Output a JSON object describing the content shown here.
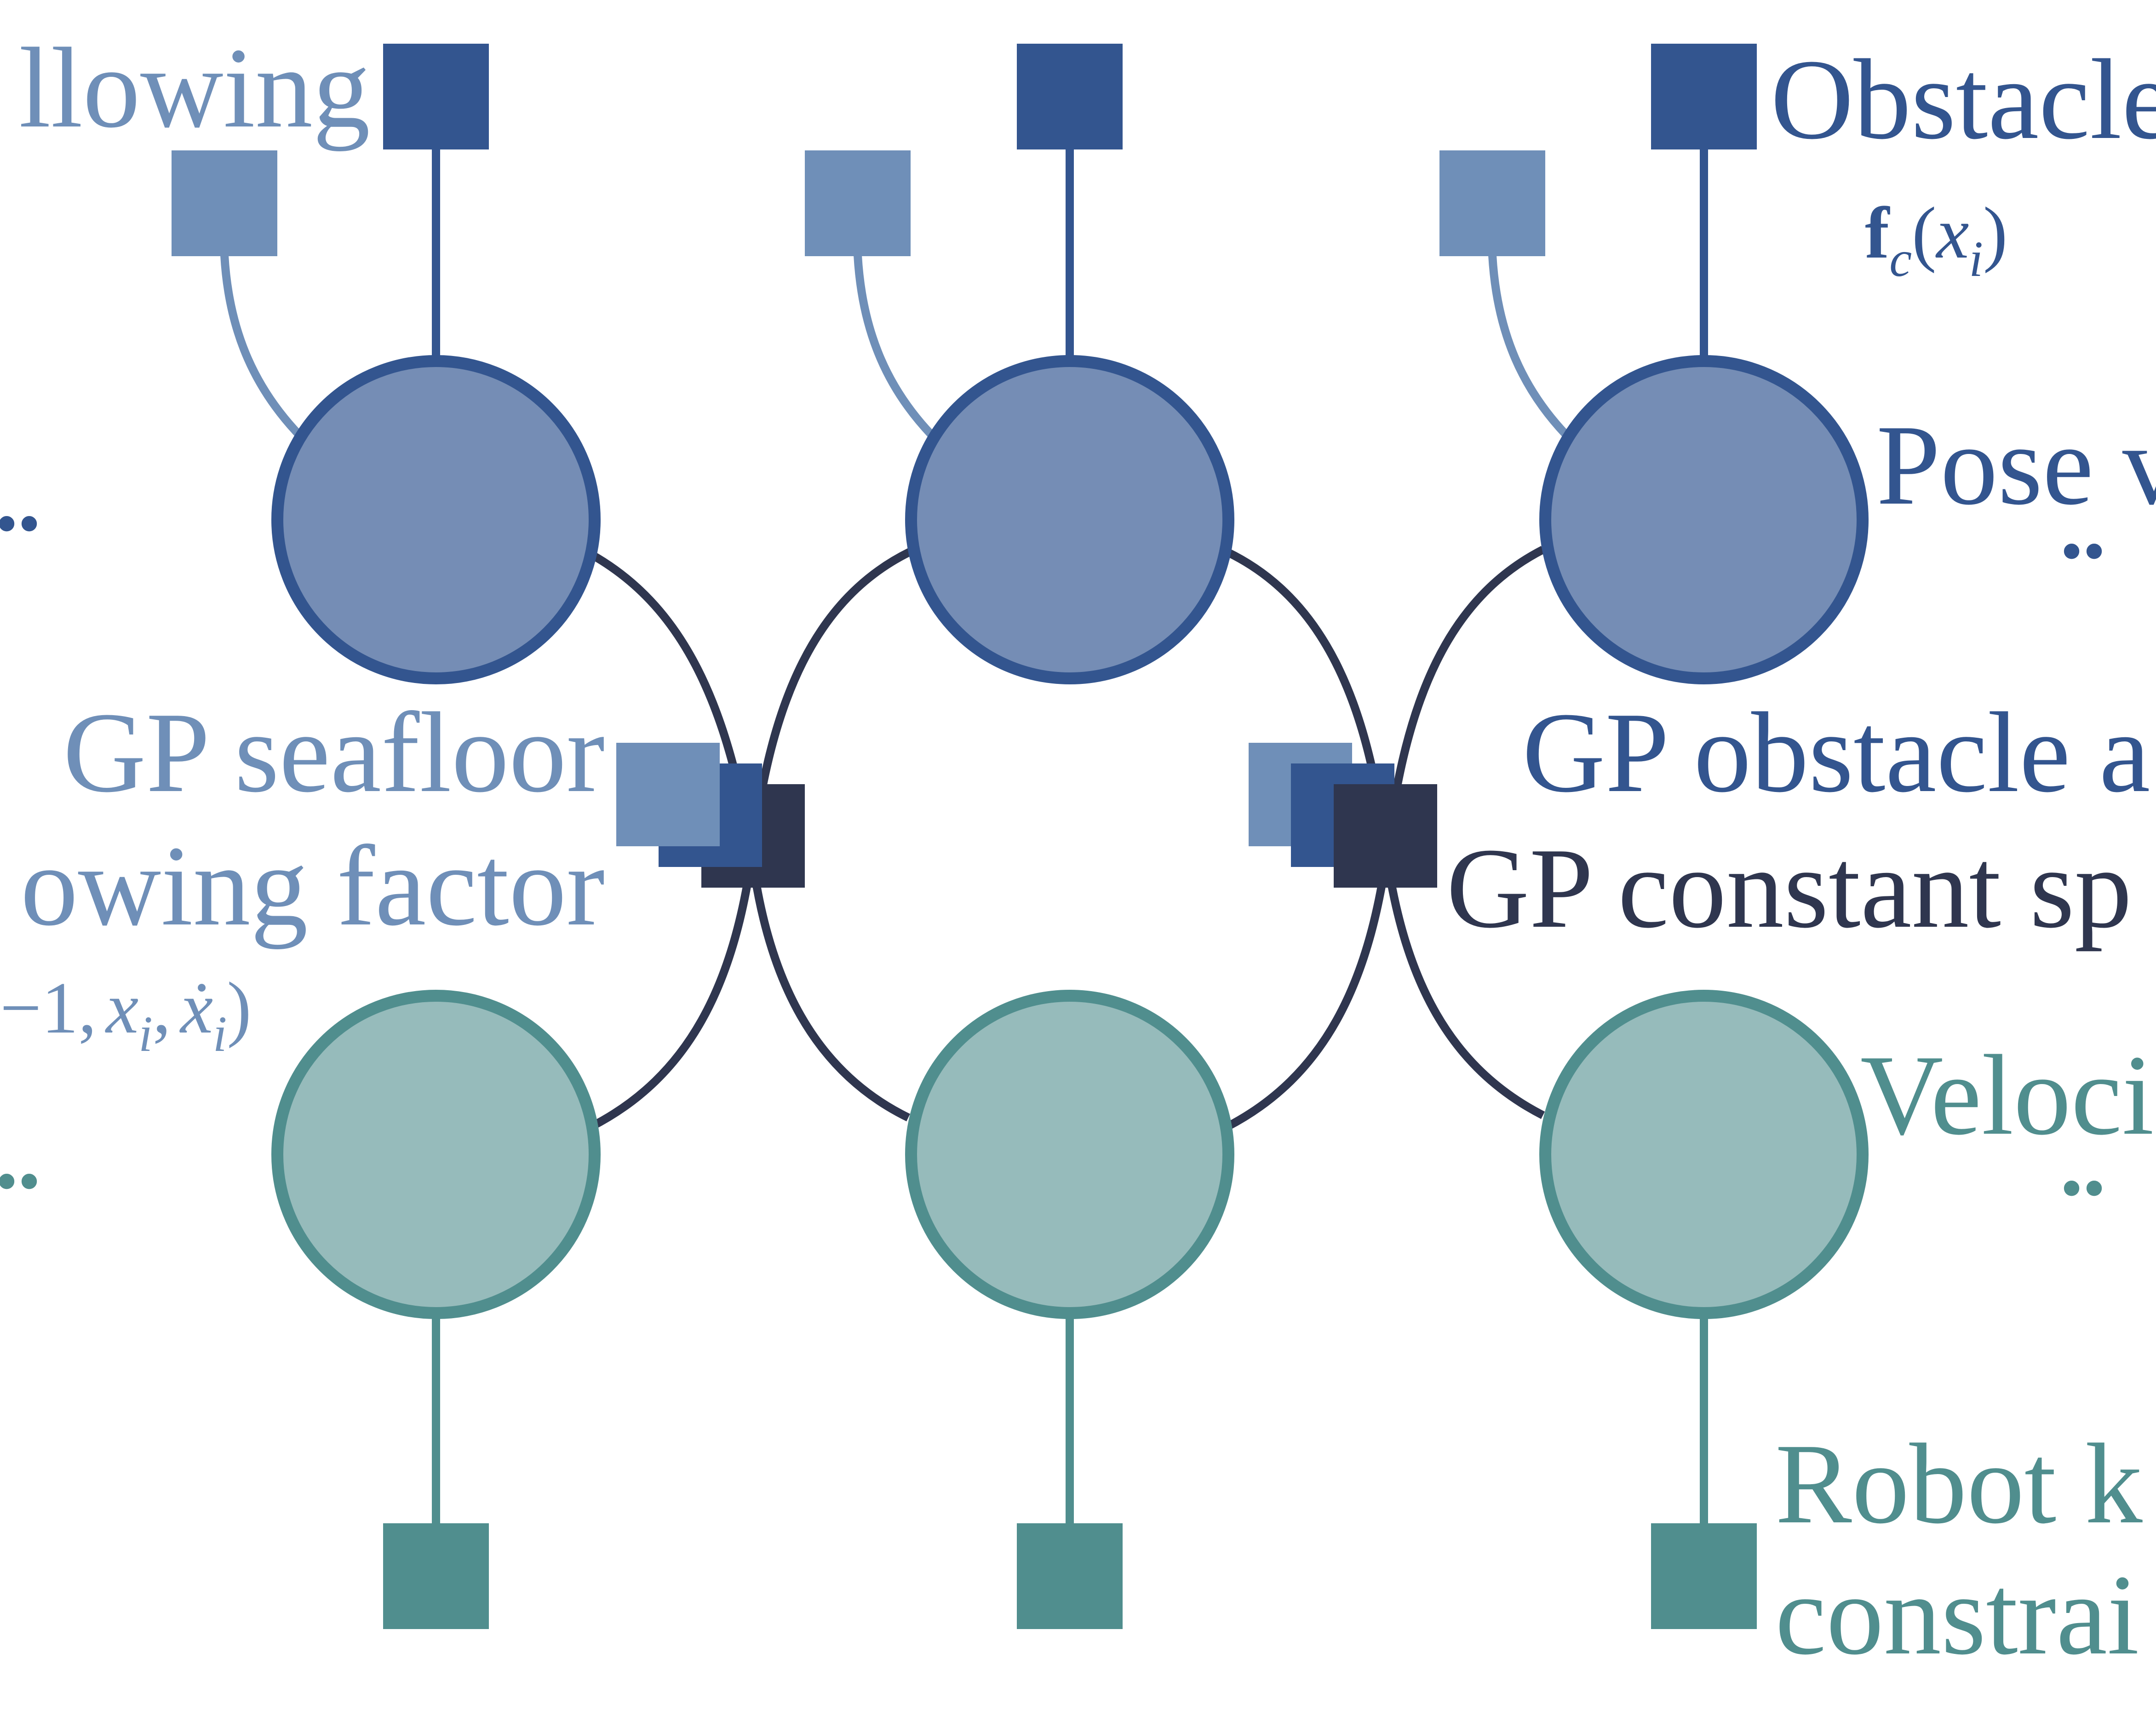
{
  "colors": {
    "pose": "#33558f",
    "pose_fill": "#758db5",
    "velocity": "#508e8e",
    "velocity_fill": "#96bbbb",
    "seafloor": "#6f8fb8",
    "dark": "#2f364f",
    "background": "#ffffff"
  },
  "labels": {
    "seafloor_top": "llowing",
    "obstacle_top": "Obstacle",
    "obstacle_math_bold": "f",
    "obstacle_math_sub": "c",
    "obstacle_math_open": "(",
    "obstacle_math_var": "x",
    "obstacle_math_var_sub": "i",
    "obstacle_math_close": ")",
    "pose_variable": "Pose v",
    "gp_seafloor_line1": "GP seafloor",
    "gp_seafloor_line2": "owing factor",
    "gp_seafloor_math_a": "−1",
    "gp_seafloor_math_comma1": ",",
    "gp_seafloor_math_x": "x",
    "gp_seafloor_math_x_sub": "i",
    "gp_seafloor_math_comma2": ",",
    "gp_seafloor_math_xdot": "ẋ",
    "gp_seafloor_math_xdot_sub": "i",
    "gp_seafloor_math_close": ")",
    "gp_obstacle": "GP obstacle a",
    "gp_constant": "GP constant sp",
    "velocity_variable": "Veloci",
    "robot_line1": "Robot k",
    "robot_line2": "constrai",
    "ellipsis": "••"
  }
}
